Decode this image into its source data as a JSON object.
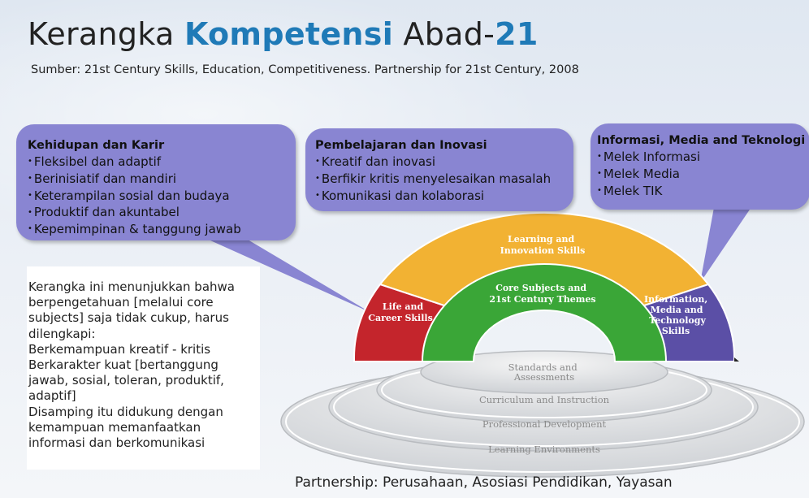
{
  "title": {
    "part1": "Kerangka ",
    "accent": "Kompetensi",
    "part2": " Abad-",
    "number": "21"
  },
  "subtitle": "Sumber: 21st Century Skills, Education, Competitiveness. Partnership for 21st Century, 2008",
  "bubbles": {
    "left": {
      "heading": "Kehidupan dan Karir",
      "items": [
        "Fleksibel dan adaptif",
        "Berinisiatif dan mandiri",
        "Keterampilan sosial dan budaya",
        "Produktif dan akuntabel",
        "Kepemimpinan & tanggung jawab"
      ]
    },
    "mid": {
      "heading": "Pembelajaran dan Inovasi",
      "items": [
        "Kreatif dan inovasi",
        "Berfikir kritis menyelesaikan masalah",
        "Komunikasi dan kolaborasi"
      ]
    },
    "right": {
      "heading": "Informasi, Media and Teknologi",
      "items": [
        "Melek Informasi",
        "Melek Media",
        "Melek TIK"
      ]
    }
  },
  "explanation": "Kerangka ini menunjukkan bahwa\nberpengetahuan [melalui core\nsubjects] saja tidak cukup, harus\ndilengkapi:\nBerkemampuan kreatif - kritis\nBerkarakter kuat [bertanggung\njawab, sosial, toleran, produktif,\nadaptif]\nDisamping itu didukung dengan\nkemampuan memanfaatkan\ninformasi dan berkomunikasi",
  "rainbow": {
    "life": [
      "Life and",
      "Career Skills"
    ],
    "learning": [
      "Learning and",
      "Innovation Skills"
    ],
    "info": [
      "Information,",
      "Media and",
      "Technology",
      "Skills"
    ],
    "core": [
      "Core Subjects and",
      "21st Century Themes"
    ]
  },
  "rings": {
    "standards": [
      "Standards and",
      "Assessments"
    ],
    "curriculum": "Curriculum and Instruction",
    "professional": "Professional Development",
    "environments": "Learning Environments"
  },
  "footer": "Partnership: Perusahaan, Asosiasi Pendidikan, Yayasan",
  "colors": {
    "bubble": "#8985d2",
    "life": "#c4252c",
    "learning": "#f2b233",
    "info": "#5b4fa6",
    "core": "#3aa637",
    "accent": "#1f7ab7"
  }
}
